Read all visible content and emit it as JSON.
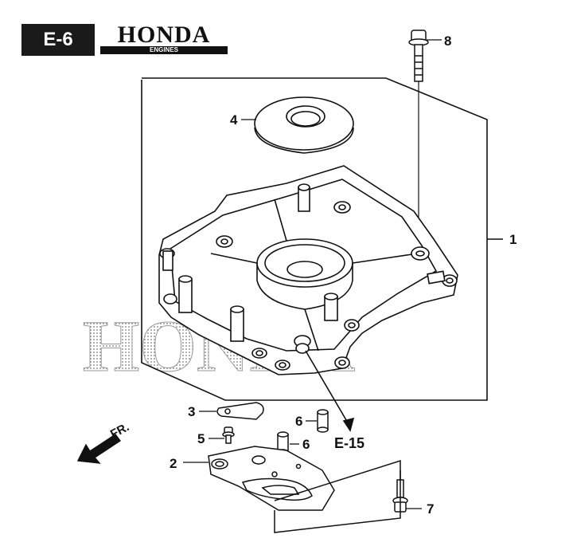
{
  "header": {
    "section_code": "E-6",
    "brand": "HONDA",
    "brand_sub": "ENGINES"
  },
  "watermark": "HONDA",
  "callouts": {
    "c1": "1",
    "c2": "2",
    "c3": "3",
    "c4": "4",
    "c5": "5",
    "c6a": "6",
    "c6b": "6",
    "c7": "7",
    "c8": "8"
  },
  "reference": "E-15",
  "direction_label": "FR."
}
